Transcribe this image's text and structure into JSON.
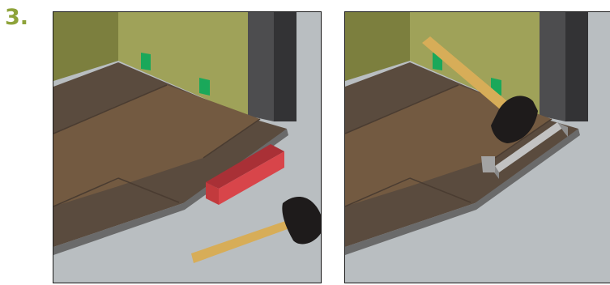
{
  "step": {
    "label": "3."
  },
  "colors": {
    "step_number": "#8ea33a",
    "wall": "#9fa259",
    "wall_shadow": "#7c7f3e",
    "floor": "#b9bec1",
    "plank_dark": "#5a4b3e",
    "plank_light": "#735a41",
    "spacer": "#1aa85a",
    "column": "#5b5b5d",
    "tapping_block": "#c23a3d",
    "mallet_handle": "#d7ad58",
    "mallet_head": "#1e1b1b",
    "pull_bar": "#a3a3a3"
  },
  "panels": [
    {
      "id": "panel-1",
      "tool": "tapping-block-and-mallet"
    },
    {
      "id": "panel-2",
      "tool": "pull-bar-and-mallet"
    }
  ]
}
